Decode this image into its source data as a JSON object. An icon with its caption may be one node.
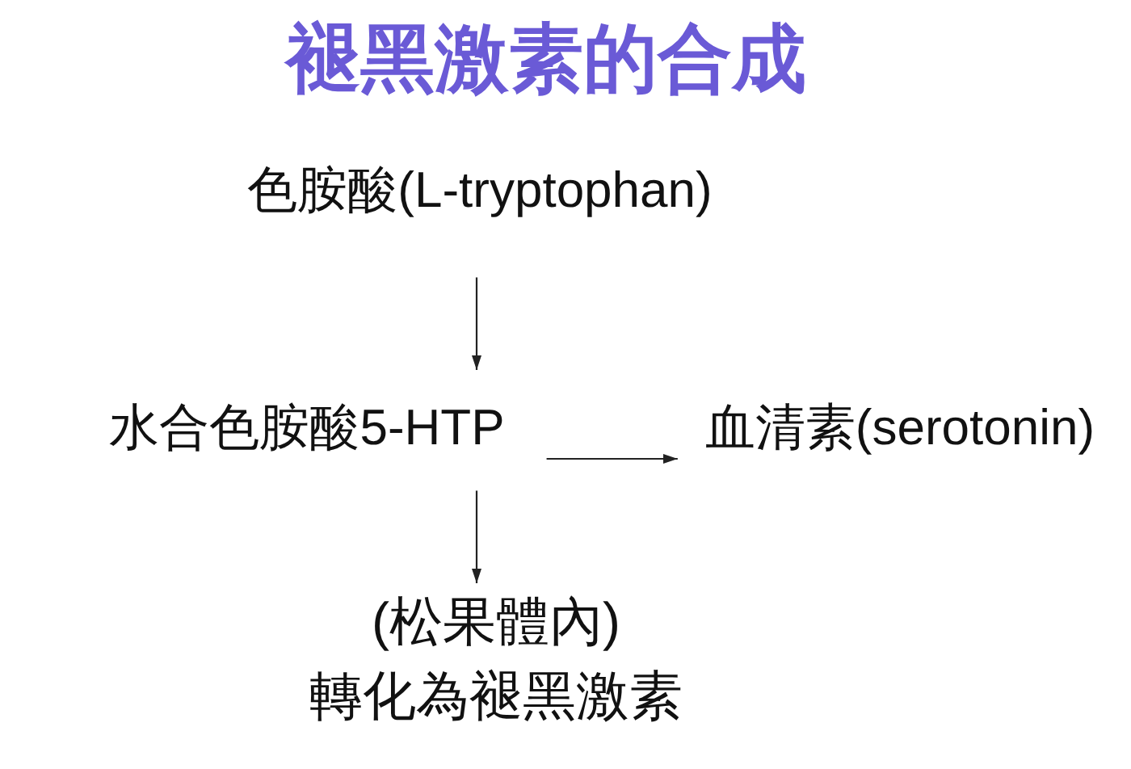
{
  "diagram": {
    "title": "褪黑激素的合成",
    "nodes": [
      {
        "text": [
          "色胺酸(L-tryptophan)"
        ]
      },
      {
        "text": [
          "水合色胺酸5-HTP"
        ]
      },
      {
        "text": [
          "血清素(serotonin)"
        ]
      },
      {
        "text": [
          "(松果體內)",
          "轉化為褪黑激素"
        ]
      }
    ],
    "edges": [
      {
        "from": 0,
        "to": 1,
        "arrow": "to"
      },
      {
        "from": 1,
        "to": 2,
        "arrow": "to"
      },
      {
        "from": 1,
        "to": 3,
        "arrow": "to"
      }
    ]
  }
}
